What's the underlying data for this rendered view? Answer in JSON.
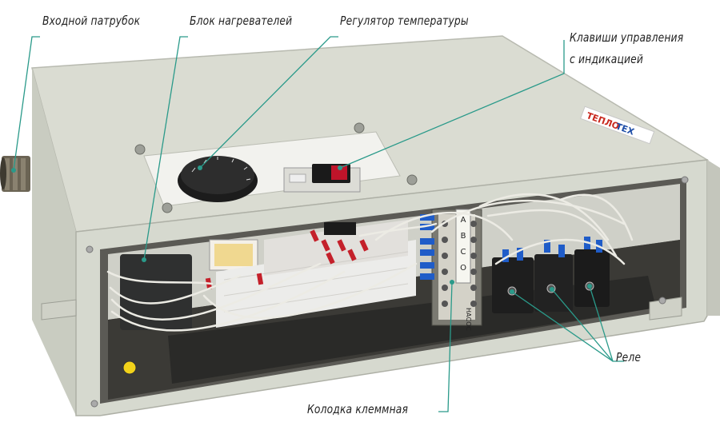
{
  "labels": {
    "inlet_pipe": "Входной патрубок",
    "heater_block": "Блок нагревателей",
    "temp_regulator": "Регулятор температуры",
    "control_keys_line1": "Клавиши управления",
    "control_keys_line2": "с индикацией",
    "relay": "Реле",
    "terminal_block": "Колодка клеммная"
  },
  "brand_logo_text": "ТЕПЛОТЕХ",
  "terminal_letters": [
    "A",
    "B",
    "C",
    "O"
  ],
  "terminal_side_label": "НАСОС",
  "colors": {
    "housing": "#d8dcd0",
    "leader": "#2a9a8a",
    "wire": "#e8e6de",
    "terminal_blue": "#1f5cc8",
    "heater": "#ececec",
    "switch_red": "#c0142a"
  }
}
